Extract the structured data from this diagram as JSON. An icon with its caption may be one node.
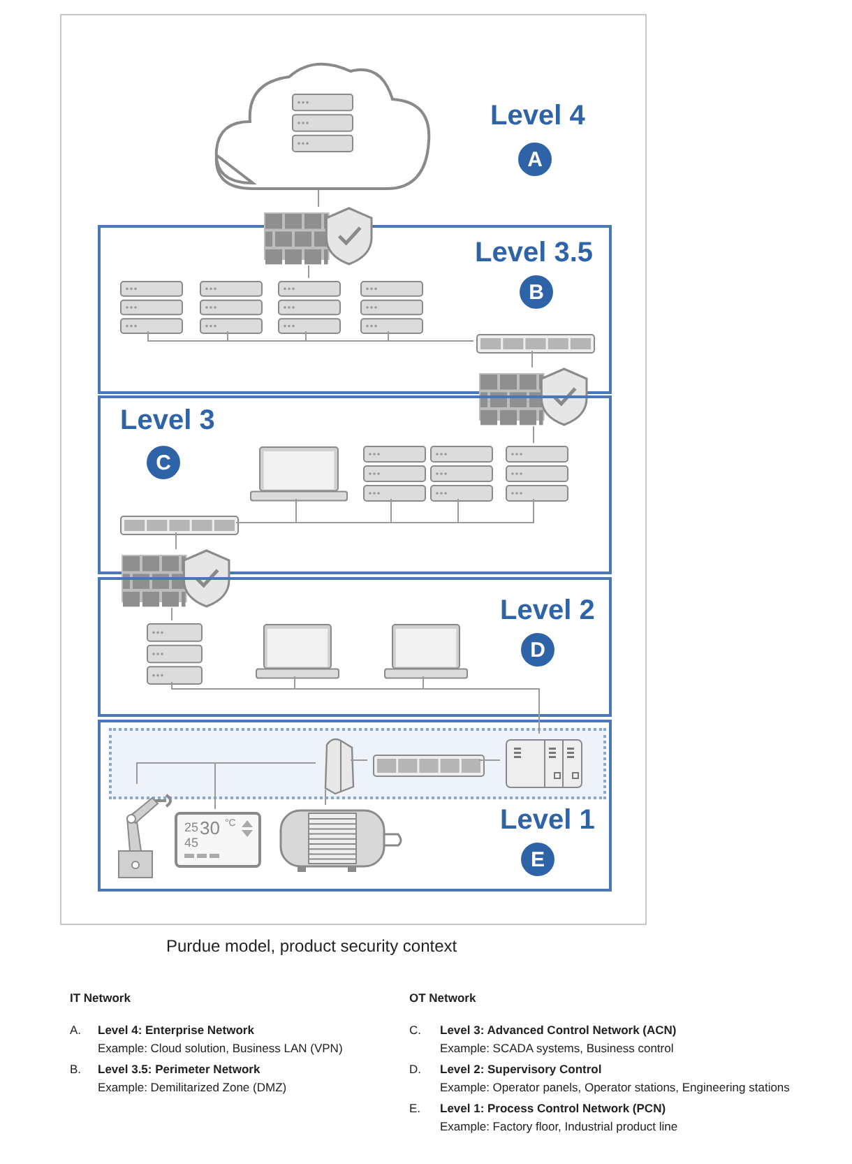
{
  "diagram": {
    "caption": "Purdue model, product security context",
    "nodes": [
      {
        "text": [],
        "shape": "cloud",
        "beside": [
          "Level 4",
          "A"
        ]
      },
      {
        "text": [
          "Level 3.5",
          "B"
        ]
      },
      {
        "text": [],
        "shape": "picture"
      },
      {
        "text": [],
        "shape": "picture",
        "in": 1
      },
      {
        "text": [],
        "shape": "picture",
        "in": 1
      },
      {
        "text": [],
        "shape": "picture",
        "in": 1
      },
      {
        "text": [],
        "shape": "picture",
        "in": 1
      },
      {
        "text": [],
        "shape": "picture",
        "in": 1
      },
      {
        "text": [],
        "shape": "picture"
      },
      {
        "text": [
          "Level 3",
          "C"
        ]
      },
      {
        "text": [],
        "shape": "picture",
        "in": 9
      },
      {
        "text": [],
        "shape": "picture",
        "in": 9
      },
      {
        "text": [],
        "shape": "picture",
        "in": 9
      },
      {
        "text": [],
        "shape": "picture",
        "in": 9
      },
      {
        "text": [],
        "shape": "picture",
        "in": 9
      },
      {
        "text": [],
        "shape": "picture"
      },
      {
        "text": [
          "Level 2",
          "D"
        ]
      },
      {
        "text": [],
        "shape": "picture",
        "in": 16
      },
      {
        "text": [],
        "shape": "picture",
        "in": 16
      },
      {
        "text": [],
        "shape": "picture",
        "in": 16
      },
      {
        "text": [
          "Level 1",
          "E"
        ]
      },
      {
        "text": [],
        "shape": "box",
        "in": 20
      },
      {
        "text": [],
        "shape": "picture",
        "in": 21
      },
      {
        "text": [],
        "shape": "picture",
        "in": 21
      },
      {
        "text": [],
        "shape": "picture",
        "in": 21
      },
      {
        "text": [],
        "shape": "picture",
        "in": 20
      },
      {
        "text": [
          "25",
          "30",
          "°C",
          "45"
        ],
        "in": 20
      },
      {
        "text": [],
        "shape": "picture",
        "in": 20
      }
    ],
    "edges": [
      {
        "from": 0,
        "to": 2,
        "arrow": "none"
      },
      {
        "from": 2,
        "to": 5,
        "arrow": "none"
      },
      {
        "from": 3,
        "to": 7,
        "arrow": "none"
      },
      {
        "from": 4,
        "to": 7,
        "arrow": "none"
      },
      {
        "from": 5,
        "to": 7,
        "arrow": "none"
      },
      {
        "from": 6,
        "to": 7,
        "arrow": "none"
      },
      {
        "from": 7,
        "to": 8,
        "arrow": "none"
      },
      {
        "from": 8,
        "to": 13,
        "arrow": "none"
      },
      {
        "from": 10,
        "to": 14,
        "arrow": "none"
      },
      {
        "from": 11,
        "to": 14,
        "arrow": "none"
      },
      {
        "from": 12,
        "to": 14,
        "arrow": "none"
      },
      {
        "from": 13,
        "to": 14,
        "arrow": "none"
      },
      {
        "from": 14,
        "to": 15,
        "arrow": "none"
      },
      {
        "from": 15,
        "to": 17,
        "arrow": "none"
      },
      {
        "from": 17,
        "to": 24,
        "arrow": "none"
      },
      {
        "from": 18,
        "to": 24,
        "arrow": "none"
      },
      {
        "from": 19,
        "to": 24,
        "arrow": "none"
      },
      {
        "from": 24,
        "to": 23,
        "arrow": "none"
      },
      {
        "from": 23,
        "to": 22,
        "arrow": "none"
      },
      {
        "from": 22,
        "to": 25,
        "arrow": "none"
      },
      {
        "from": 22,
        "to": 26,
        "arrow": "none"
      },
      {
        "from": 22,
        "to": 27,
        "arrow": "none"
      }
    ],
    "labels": [
      "IT Network",
      "A.",
      "Level 4: Enterprise Network",
      "Example: Cloud solution, Business LAN (VPN)",
      "B.",
      "Level 3.5: Perimeter Network",
      "Example: Demilitarized Zone (DMZ)",
      "OT Network",
      "C.",
      "Level 3: Advanced Control Network (ACN)",
      "Example: SCADA systems, Business control",
      "D.",
      "Level 2: Supervisory Control",
      "Example: Operator panels, Operator stations, Engineering stations",
      "E.",
      "Level 1: Process Control Network (PCN)",
      "Example: Factory floor, Industrial product line"
    ]
  }
}
